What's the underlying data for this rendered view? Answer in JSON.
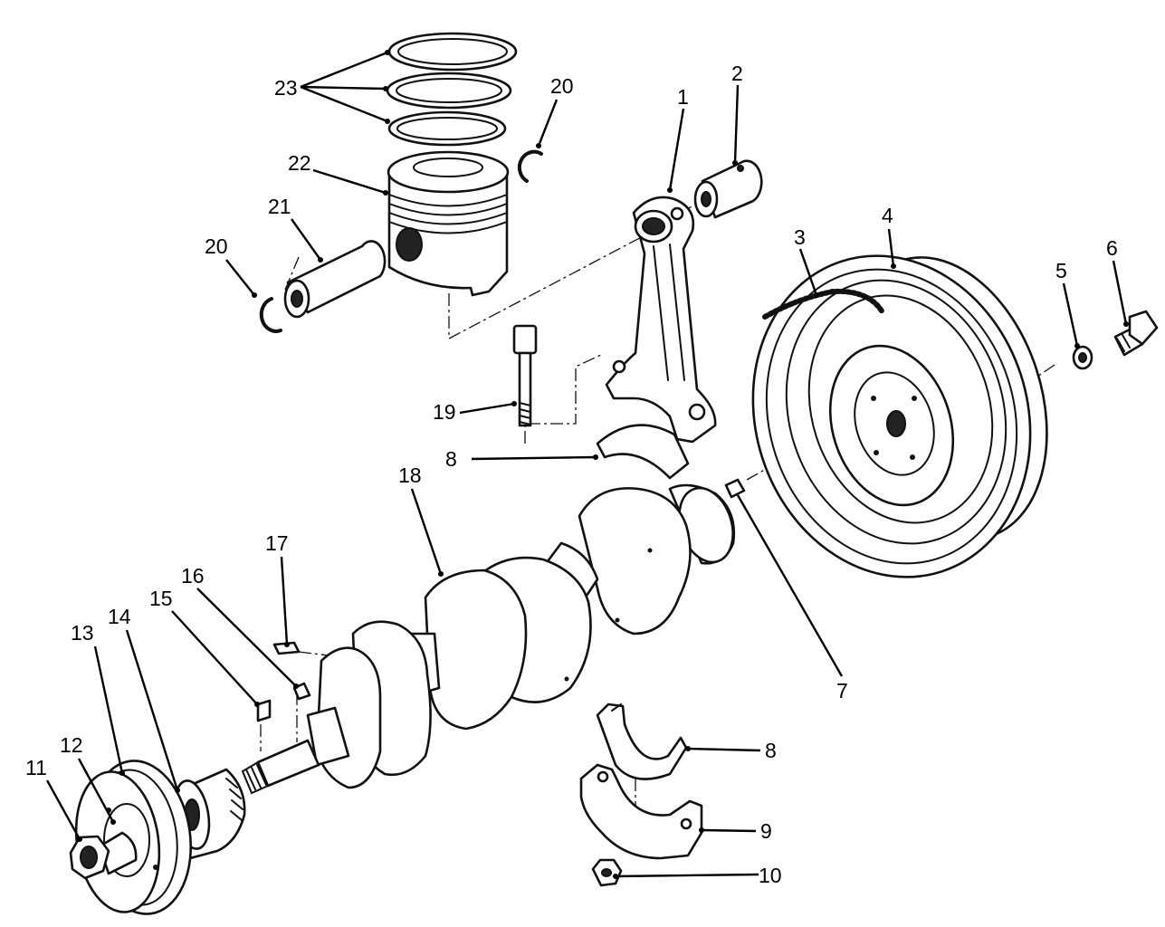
{
  "callouts": {
    "c1": "1",
    "c2": "2",
    "c3": "3",
    "c4": "4",
    "c5": "5",
    "c6": "6",
    "c7": "7",
    "c8a": "8",
    "c8b": "8",
    "c9": "9",
    "c10": "10",
    "c11": "11",
    "c12": "12",
    "c13": "13",
    "c14": "14",
    "c15": "15",
    "c16": "16",
    "c17": "17",
    "c18": "18",
    "c19": "19",
    "c20a": "20",
    "c20b": "20",
    "c21": "21",
    "c22": "22",
    "c23": "23"
  }
}
